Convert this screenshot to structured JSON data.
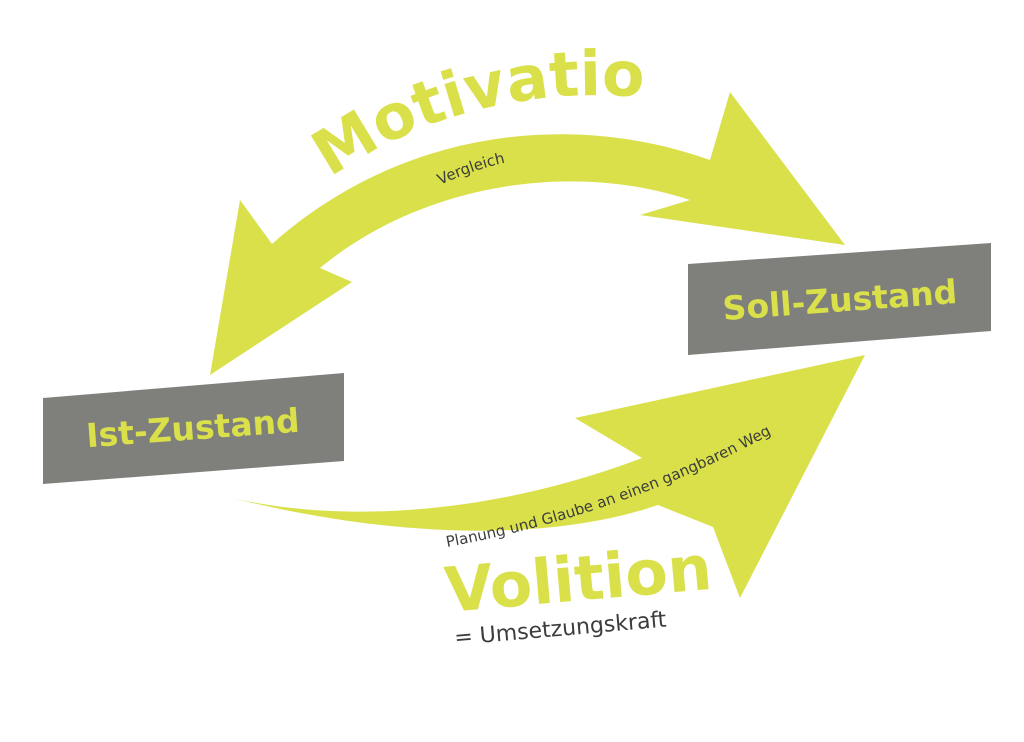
{
  "colors": {
    "accent": "#d9e04a",
    "box": "#7f7f7c",
    "text_dark": "#3c3c3b",
    "background": "#ffffff"
  },
  "labels": {
    "motivation": "Motivation",
    "vergleich": "Vergleich",
    "soll_zustand": "Soll-Zustand",
    "ist_zustand": "Ist-Zustand",
    "planung": "Planung und Glaube an einen gangbaren Weg",
    "volition": "Volition",
    "umsetzungskraft": "= Umsetzungskraft"
  }
}
